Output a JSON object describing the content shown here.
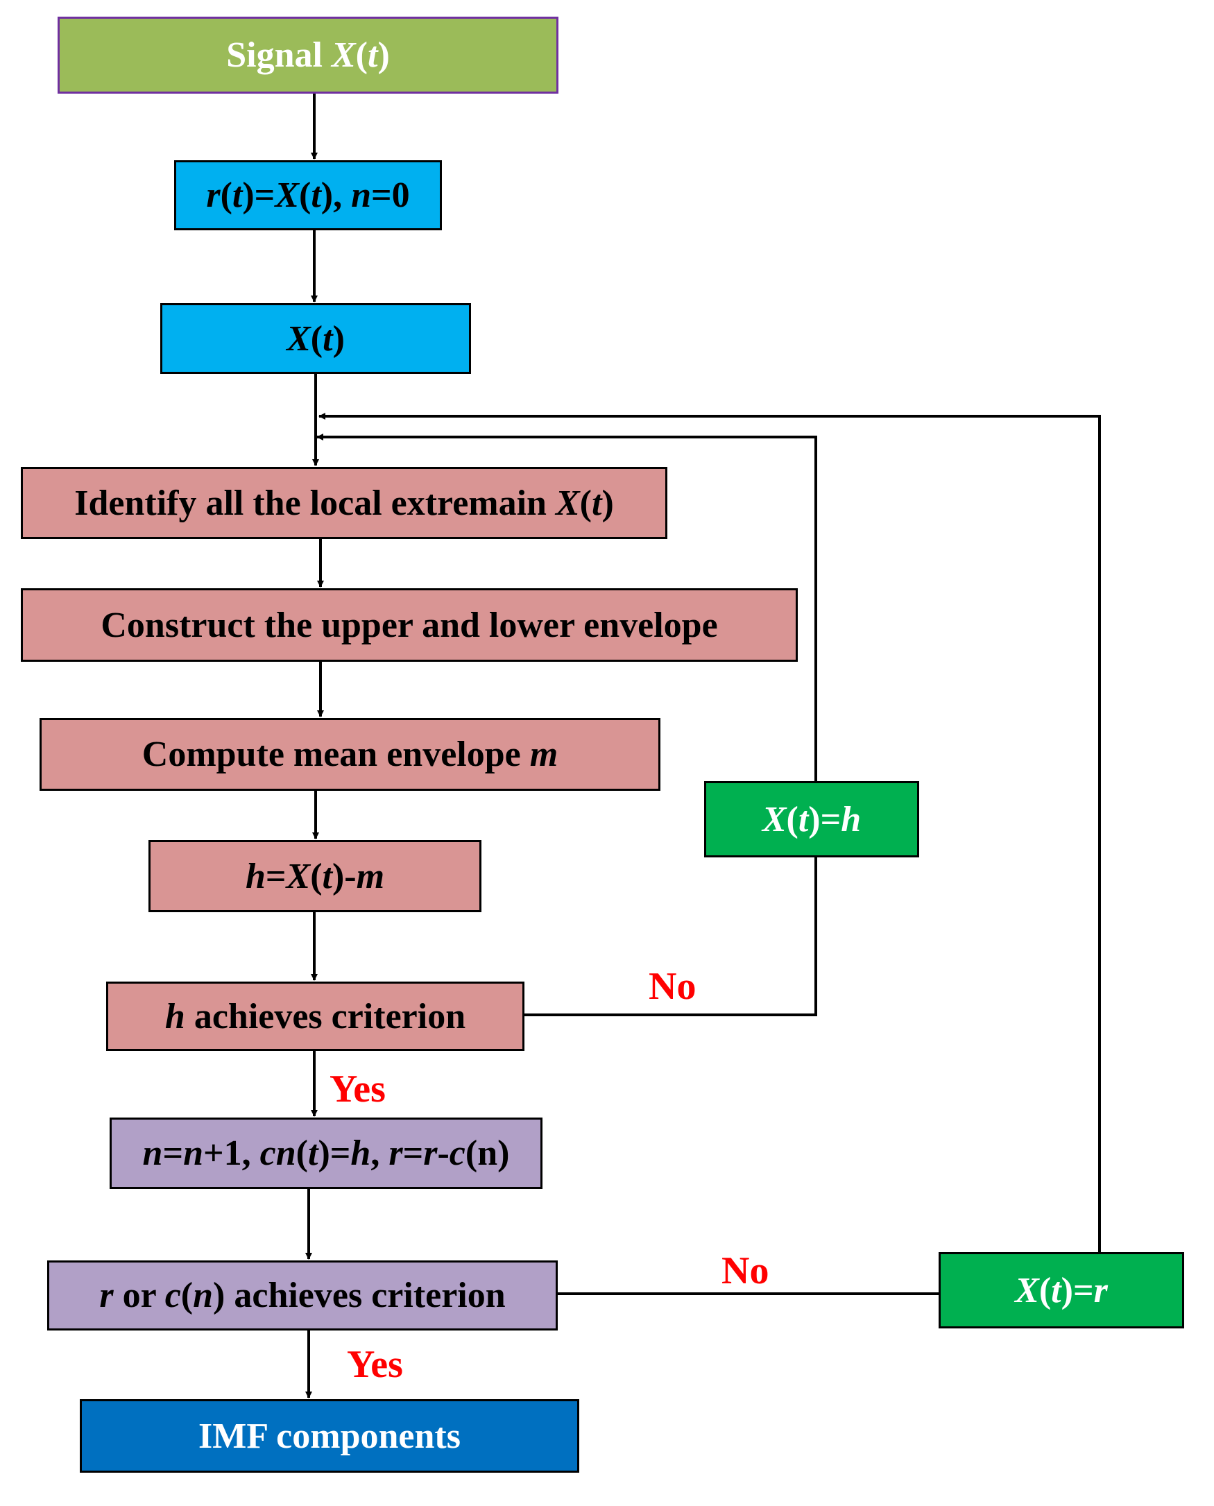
{
  "nodes": {
    "signal": {
      "pre": "Signal ",
      "x": "X",
      "p1": "(",
      "t": "t",
      "p2": ")"
    },
    "init": {
      "r": "r",
      "a": "(",
      "t1": "t",
      "b": ")=",
      "x": "X",
      "c": "(",
      "t2": "t",
      "d": "), ",
      "n": "n",
      "e": "=0"
    },
    "xt": {
      "x": "X",
      "a": "(",
      "t": "t",
      "b": ")"
    },
    "identify": {
      "pre": "Identify all the local extremain ",
      "x": "X",
      "a": "(",
      "t": "t",
      "b": ")"
    },
    "construct": {
      "text": "Construct the upper and lower envelope"
    },
    "mean": {
      "pre": "Compute mean envelope ",
      "m": "m"
    },
    "h_calc": {
      "h": "h",
      "a": "=",
      "x": "X",
      "b": "(",
      "t": "t",
      "c": ")-",
      "m": "m"
    },
    "h_crit": {
      "h": "h",
      "rest": " achieves criterion"
    },
    "update": {
      "n1": "n",
      "a": "=",
      "n2": "n",
      "b": "+1, ",
      "c": "c",
      "n3": "n",
      "d": "(",
      "t": "t",
      "e": ")=",
      "h": "h",
      "f": ", ",
      "r1": "r",
      "g": "=",
      "r2": "r",
      "h2": "-",
      "c2": "c",
      "tail": "(n)"
    },
    "r_crit": {
      "r": "r",
      "a": " or ",
      "c": "c",
      "b": "(",
      "n": "n",
      "d": ") achieves criterion"
    },
    "imf": {
      "text": "IMF components"
    },
    "x_eq_h": {
      "x": "X",
      "a": "(",
      "t": "t",
      "b": ")=",
      "h": "h"
    },
    "x_eq_r": {
      "x": "X",
      "a": "(",
      "t": "t",
      "b": ")=",
      "r": "r"
    }
  },
  "labels": {
    "no_1": "No",
    "yes_1": "Yes",
    "no_2": "No",
    "yes_2": "Yes"
  },
  "colors": {
    "signal": "#9bbb59",
    "init": "#00b0f0",
    "sifting": "#d99594",
    "update": "#b1a0c7",
    "feedback": "#00b050",
    "output": "#0070c0",
    "label": "#ff0000"
  }
}
